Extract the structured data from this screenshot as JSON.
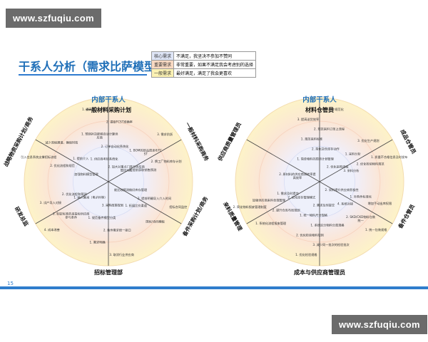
{
  "watermark": {
    "top": "www.szfuqiu.com",
    "bottom": "www.szfuqiu.com"
  },
  "title": "干系人分析（需求比萨模型）",
  "legend": [
    {
      "tag": "核心需求",
      "desc": "不满足，我坚决不参加不赞同"
    },
    {
      "tag": "重要需求",
      "desc": "非常重要，如果不满足我会考虑别的选择"
    },
    {
      "tag": "一般需求",
      "desc": "最好满足，满足了我会更喜欢"
    }
  ],
  "colors": {
    "core": "#dfe6f7",
    "important": "#f9d9c2",
    "general": "#fbf1b3",
    "accent": "#1f6fb8"
  },
  "page_number": "15",
  "left_pizza": {
    "header": "内部干系人",
    "top_role": "一般材料采购计划",
    "bottom_role": "招标管理部",
    "left_top_role": "战略物资采购计划/商务",
    "right_top_role": "一般材料采购商务",
    "left_bottom_role": "研发总监",
    "right_bottom_role": "备件采购计划/商务",
    "items": [
      "1. 供应商考核系统化",
      "2. 订单自动化系统化",
      "1. 预测补货能够自动计算供应商",
      "2. 提取FCST准确率",
      "1. 提高FCST准确性",
      "2. 加大对重点门类与供应商管控力度",
      "3. 提前获取销售预测",
      "1. BOM的部品周发布FCST",
      "2. 牌工厂物料库存计划",
      "3. 需求阶跃",
      "能比较预测做好库存管理",
      "1. 拓展比价渠道",
      "2. 提前明确导入介入时间",
      "国化/合同模板",
      "招标合同监控",
      "3. 采购政策规划",
      "1. 规范备件模型分类",
      "2. 备件需求统一接口",
      "1. 需求明确",
      "3. 取消行业供应商",
      "1. 纳入集采（电子料等）",
      "2. 优化流程和预测",
      "2. 制定标准的来投标供应商参与条件",
      "3. 试产导入对接",
      "4. 成本改善",
      "加强物料模型管理",
      "1. 提前介入",
      "2. 优化流程和规范",
      "减少流程通道，确保时效",
      "引入信息系统支撑招标流程"
    ]
  },
  "right_pizza": {
    "header": "内部干系人",
    "top_role": "材料仓管员",
    "bottom_role": "成本与供应商管理员",
    "left_top_role": "供应商质量管理员",
    "right_top_role": "成品仓管员",
    "left_bottom_role": "来料质量管理",
    "right_bottom_role": "备件仓管员",
    "items": [
      "1. 简单物料的周转计划管理",
      "2. 简化货仓库存动作",
      "1. 规范来料标准",
      "2. 规范来料订单上流程",
      "3. 提高送货效率",
      "1. 外购件规范化",
      "2. 优化采购流程",
      "3. 采料分析",
      "1. 采料分析",
      "2. 优化检验物料规范",
      "3. 优化生产规划",
      "1. 质量不合格信息及时发布",
      "2. 采料提升供应商积极性",
      "4. 系统对接",
      "1. 外购件标准化",
      "2. SKD/CKD物料包装统一",
      "增加手动出库权限",
      "1. 统一包装规格",
      "2. 需求及时提交",
      "1. 统一物料尺寸规格",
      "1. 系统区分物料分类规格",
      "2. 优化检验物料规则",
      "3. 减少同一批次的检验批次",
      "1. 优化检验规格",
      "2. 优化库存管理模式",
      "1. 需求及时提交",
      "2. 提升仓库布局规划",
      "加强供应商来料合规管理",
      "1. 系统化流程报废管理",
      "2. 简化物料报废管理制度",
      "2. 原材料的供应商周转率提高效率"
    ]
  }
}
